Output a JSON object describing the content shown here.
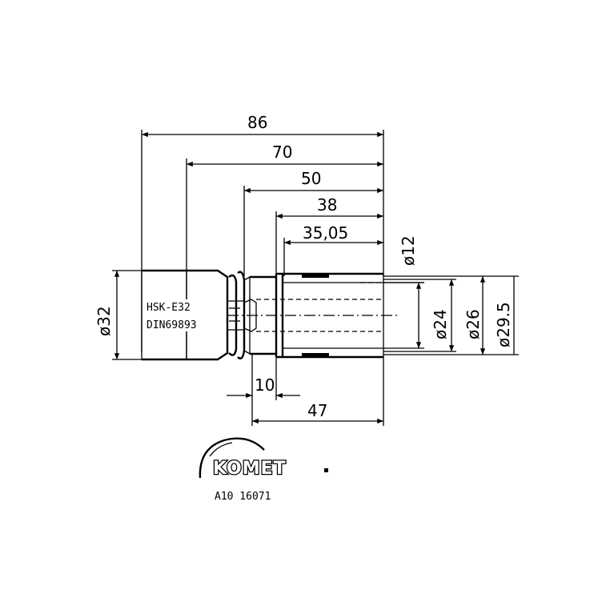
{
  "drawing": {
    "type": "technical-drawing",
    "dimensions": {
      "len_86": "86",
      "len_70": "70",
      "len_50": "50",
      "len_38": "38",
      "len_35_05": "35,05",
      "len_10": "10",
      "len_47": "47",
      "dia_12": "ø12",
      "dia_32": "ø32",
      "dia_24": "ø24",
      "dia_26": "ø26",
      "dia_29_5": "ø29.5"
    },
    "labels": {
      "interface": "HSK-E32",
      "standard": "DIN69893"
    },
    "logo": {
      "brand": "KOMET"
    },
    "part_number": "A10 16071"
  }
}
